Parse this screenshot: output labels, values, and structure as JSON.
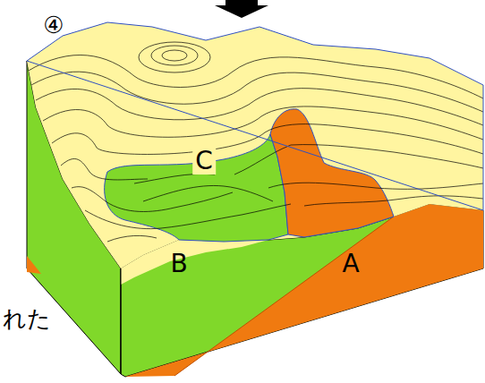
{
  "diagram": {
    "labels": [
      "④",
      "C",
      "B",
      "A",
      "れた"
    ]
  }
}
